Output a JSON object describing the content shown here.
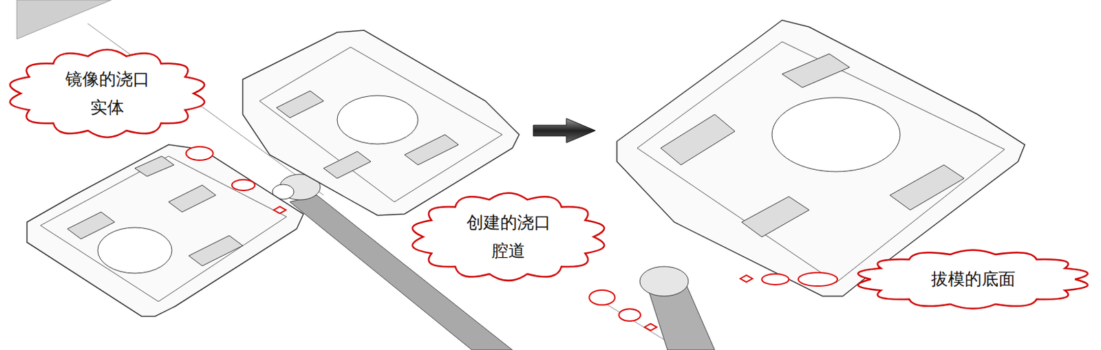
{
  "diagram": {
    "nodes": [
      {
        "text": [
          "镜像的浇口 实体"
        ]
      },
      {
        "text": [
          "创建的浇口 腔道"
        ]
      },
      {
        "text": [
          "拔模的底面"
        ]
      }
    ]
  }
}
